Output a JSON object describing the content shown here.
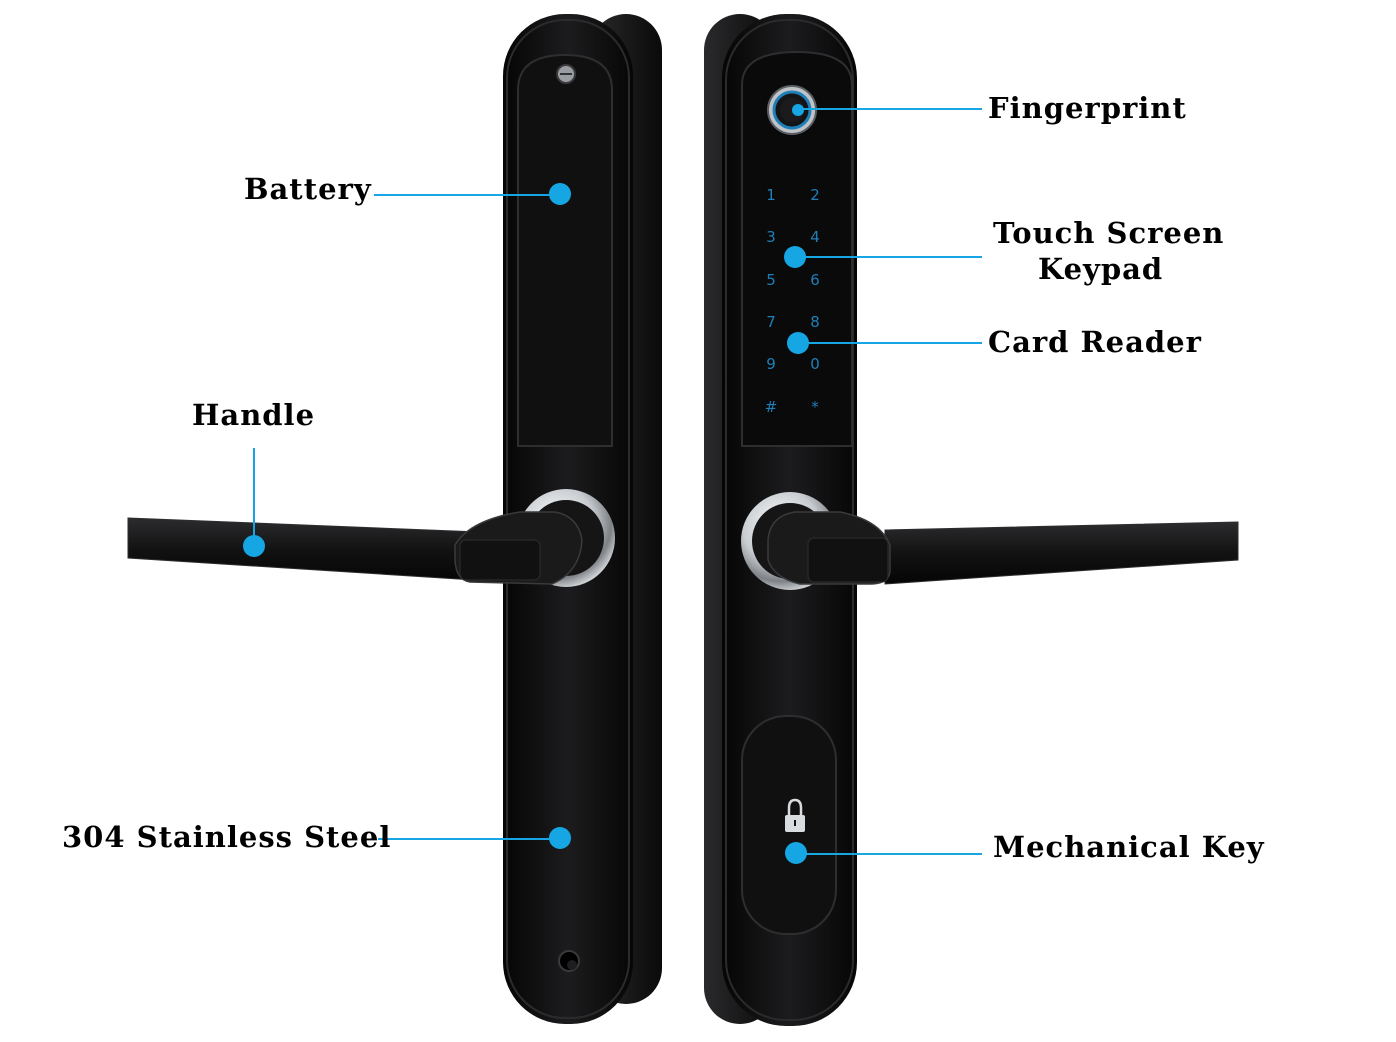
{
  "colors": {
    "background": "#ffffff",
    "lock_body": "#0f0f10",
    "lock_face": "#1b1b1d",
    "leader_line": "#15a6e3",
    "keypad_digit": "#1f7fb8",
    "label_text": "#000000",
    "chrome_ring": "#d9dcdf"
  },
  "labels": {
    "battery": "Battery",
    "handle": "Handle",
    "stainless_steel": "304 Stainless Steel",
    "fingerprint": "Fingerprint",
    "touch_screen_line1": "Touch Screen",
    "touch_screen_line2": "Keypad",
    "card_reader": "Card Reader",
    "mechanical_key": "Mechanical Key"
  },
  "keypad": {
    "rows": [
      [
        "1",
        "2"
      ],
      [
        "3",
        "4"
      ],
      [
        "5",
        "6"
      ],
      [
        "7",
        "8"
      ],
      [
        "9",
        "0"
      ],
      [
        "#",
        "*"
      ]
    ]
  },
  "icons": {
    "battery_cover_screw": "screw-icon",
    "fingerprint_sensor": "fingerprint-sensor-icon",
    "key_cylinder": "padlock-icon",
    "bottom_screw_hole": "screw-hole-icon"
  }
}
